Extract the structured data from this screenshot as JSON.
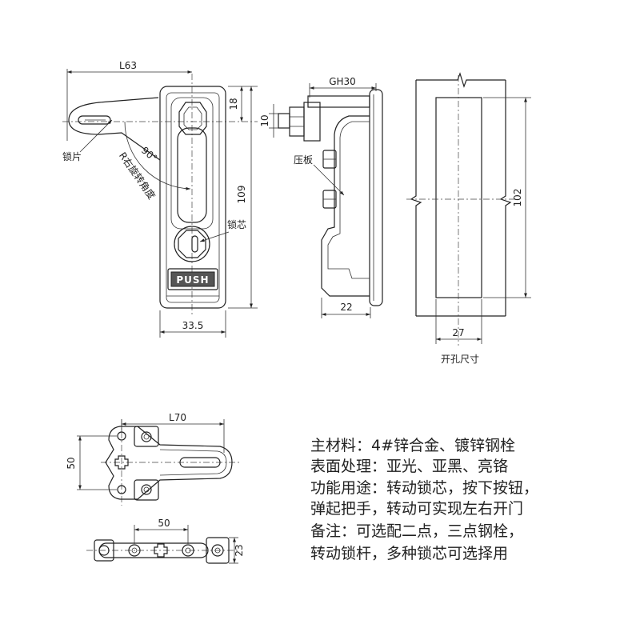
{
  "front_view": {
    "width_label": "L63",
    "offset_label": "18",
    "height_label": "109",
    "plate_label": "锁片",
    "angle_label": "90°",
    "rotation_label": "R右旋转角度",
    "cylinder_label": "锁芯",
    "button_label": "PUSH",
    "body_width_label": "33.5"
  },
  "side_view": {
    "depth_label": "GH30",
    "shaft_label": "10",
    "plate_label": "压板",
    "base_label": "22"
  },
  "cutout": {
    "height_label": "102",
    "width_label": "27",
    "caption": "开孔尺寸"
  },
  "rod_bracket": {
    "length_label": "L70",
    "height_label": "50"
  },
  "rod_bar": {
    "spacing_label": "50",
    "height_label": "23"
  },
  "specs": [
    "主材料：4#锌合金、镀锌钢栓",
    "表面处理：亚光、亚黑、亮铬",
    "功能用途：转动锁芯，按下按钮，",
    "弹起把手，转动可实现左右开门",
    "备注：可选配二点，三点钢栓，",
    "转动锁杆，多种锁芯可选择用"
  ]
}
